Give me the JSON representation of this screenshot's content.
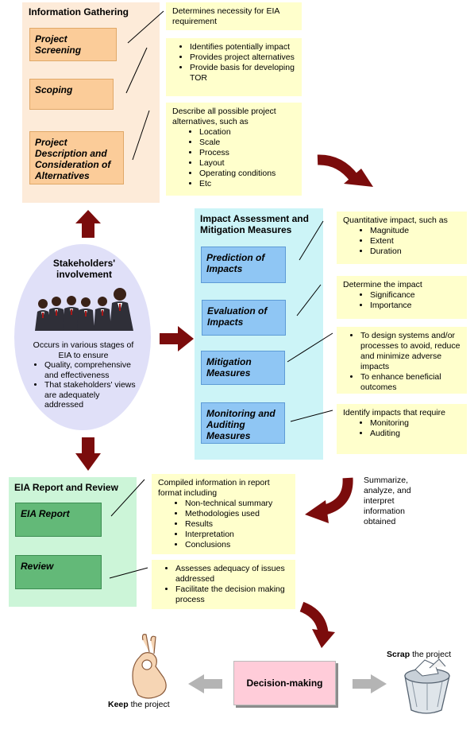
{
  "info_gathering": {
    "title": "Information Gathering",
    "stages": [
      "Project Screening",
      "Scoping",
      "Project Description and Consideration of Alternatives"
    ],
    "note1": "Determines necessity for EIA requirement",
    "note2_items": [
      "Identifies potentially impact",
      "Provides project alternatives",
      "Provide basis for developing TOR"
    ],
    "note3_intro": "Describe all possible project alternatives, such as",
    "note3_items": [
      "Location",
      "Scale",
      "Process",
      "Layout",
      "Operating conditions",
      "Etc"
    ]
  },
  "stakeholders": {
    "title": "Stakeholders' involvement",
    "intro": "Occurs in various stages of EIA to ensure",
    "items": [
      "Quality, comprehensive and effectiveness",
      "That stakeholders' views are adequately addressed"
    ]
  },
  "impact": {
    "title": "Impact Assessment and Mitigation Measures",
    "stages": [
      "Prediction of Impacts",
      "Evaluation of Impacts",
      "Mitigation Measures",
      "Monitoring and Auditing Measures"
    ],
    "note1_intro": "Quantitative impact, such as",
    "note1_items": [
      "Magnitude",
      "Extent",
      "Duration"
    ],
    "note2_intro": "Determine the impact",
    "note2_items": [
      "Significance",
      "Importance"
    ],
    "note3_items": [
      "To design systems and/or processes to avoid, reduce and minimize adverse impacts",
      "To enhance beneficial outcomes"
    ],
    "note4_intro": "Identify impacts that require",
    "note4_items": [
      "Monitoring",
      "Auditing"
    ]
  },
  "report": {
    "title": "EIA Report and Review",
    "stages": [
      "EIA Report",
      "Review"
    ],
    "note1_intro": "Compiled information in report format including",
    "note1_items": [
      "Non-technical summary",
      "Methodologies used",
      "Results",
      "Interpretation",
      "Conclusions"
    ],
    "note2_items": [
      "Assesses adequacy of issues addressed",
      "Facilitate the decision making process"
    ]
  },
  "summarize_text": "Summarize, analyze, and interpret information obtained",
  "decision": {
    "label": "Decision-making",
    "keep_bold": "Keep",
    "keep_rest": " the project",
    "scrap_bold": "Scrap",
    "scrap_rest": " the project"
  },
  "colors": {
    "orange_panel": "#fdebd9",
    "blue_panel": "#ccf4f7",
    "green_panel": "#ccf5d8",
    "note": "#ffffcc",
    "arrow": "#7b0c0c",
    "ellipse": "#e0e0f8",
    "decision_box": "#ffccd9"
  }
}
